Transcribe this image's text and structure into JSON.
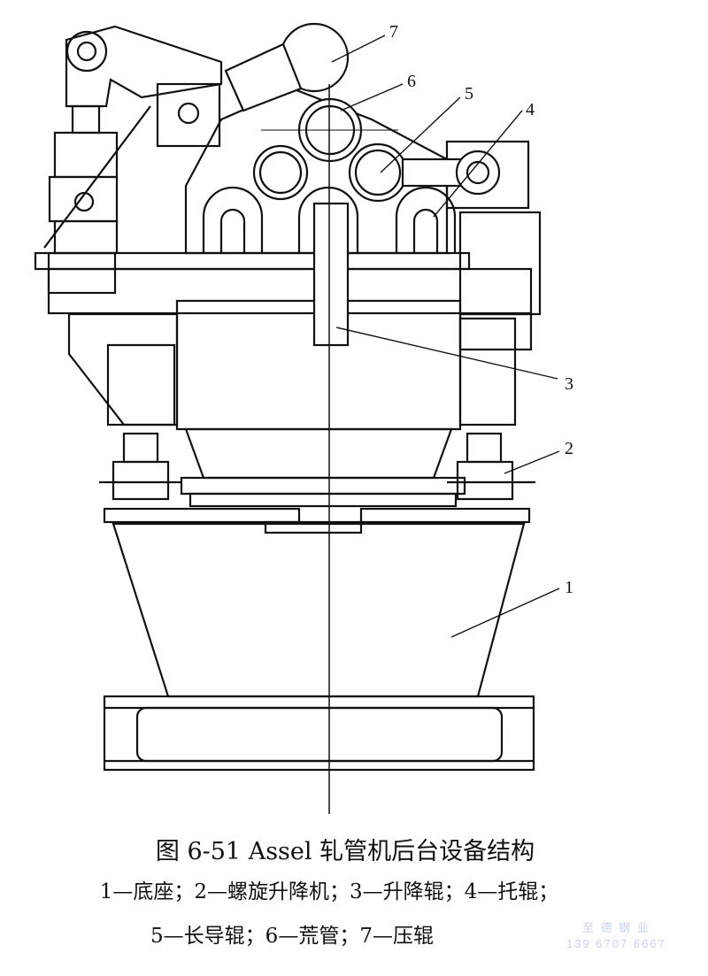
{
  "figure": {
    "callouts": [
      "1",
      "2",
      "3",
      "4",
      "5",
      "6",
      "7"
    ],
    "title": "图 6-51    Assel 轧管机后台设备结构",
    "legend_line1": "1—底座；2—螺旋升降机；3—升降辊；4—托辊；",
    "legend_line2": "5—长导辊；6—荒管；7—压辊"
  },
  "watermark": {
    "name": "至 德 钢 业",
    "phone": "139 6707 6667"
  }
}
